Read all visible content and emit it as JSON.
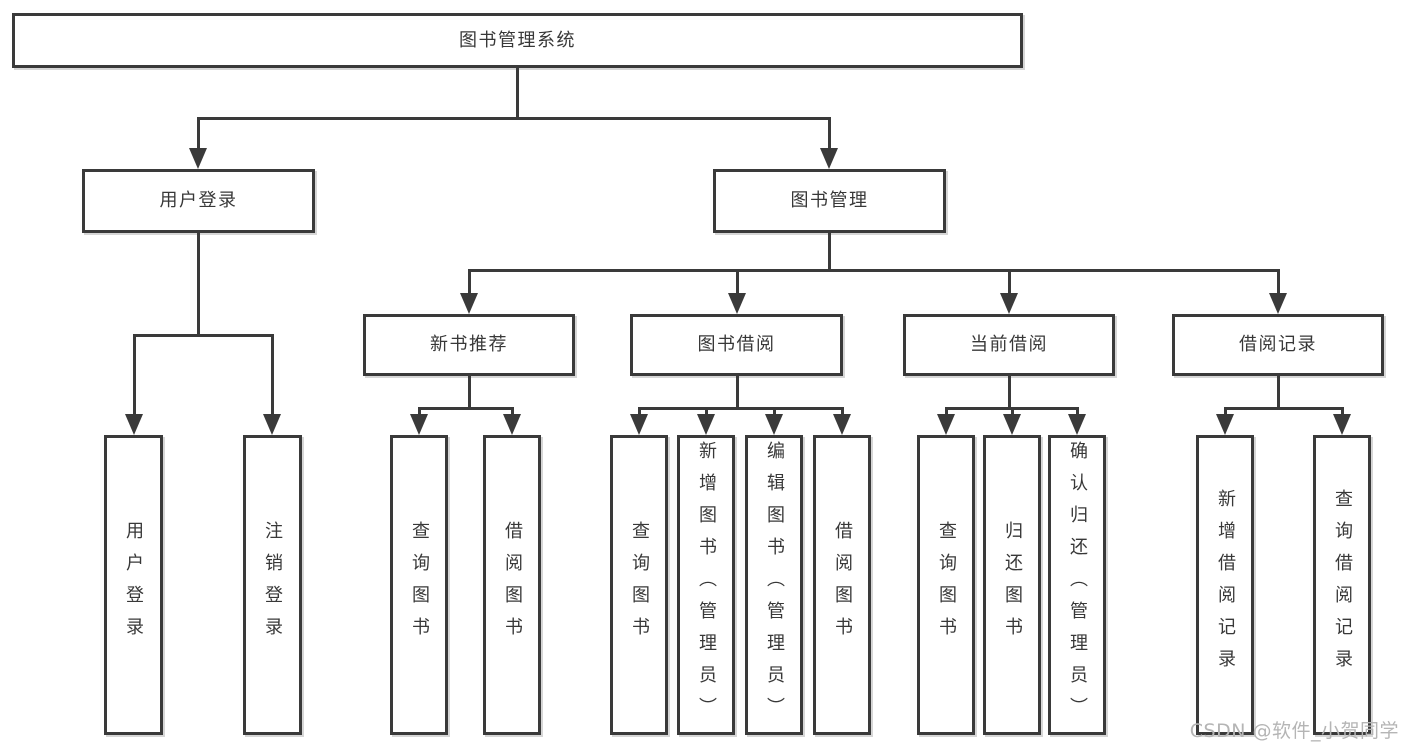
{
  "colors": {
    "line": "#3a3a3a",
    "text": "#383838",
    "box_background": "#ffffff",
    "watermark": "#b5b5b5"
  },
  "tree": {
    "root": "图书管理系统",
    "branches": [
      {
        "label": "用户登录",
        "children": [
          "用户登录",
          "注销登录"
        ]
      },
      {
        "label": "图书管理",
        "groups": [
          {
            "label": "新书推荐",
            "children": [
              "查询图书",
              "借阅图书"
            ]
          },
          {
            "label": "图书借阅",
            "children": [
              "查询图书",
              "新增图书（管理员）",
              "编辑图书（管理员）",
              "借阅图书"
            ]
          },
          {
            "label": "当前借阅",
            "children": [
              "查询图书",
              "归还图书",
              "确认归还（管理员）"
            ]
          },
          {
            "label": "借阅记录",
            "children": [
              "新增借阅记录",
              "查询借阅记录"
            ]
          }
        ]
      }
    ]
  },
  "watermark": "CSDN @软件_小贺同学"
}
